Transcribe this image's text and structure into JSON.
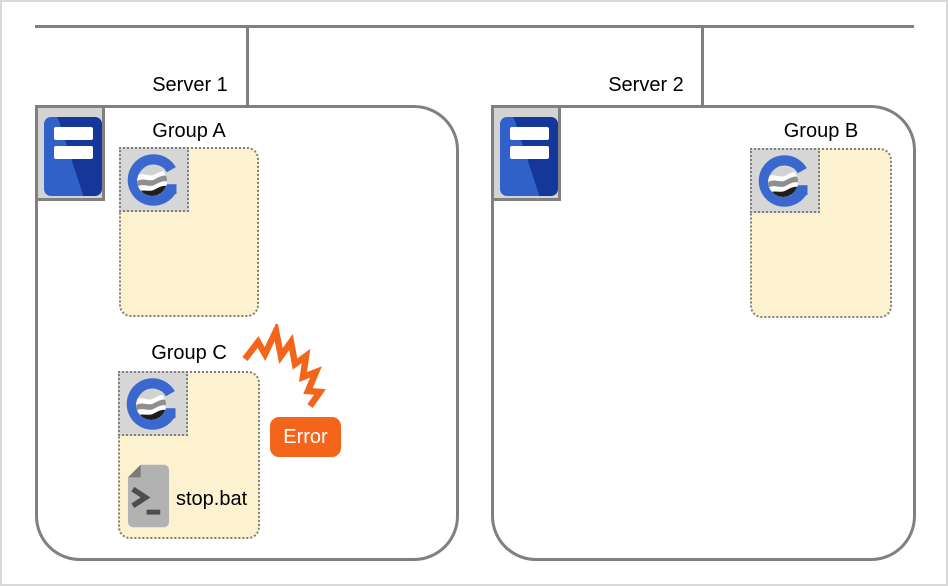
{
  "colors": {
    "connector_gray": "#808080",
    "group_fill_cream": "#FCF2D0",
    "dotted_border_gray": "#7F7F7F",
    "error_orange": "#F4651C",
    "server_blue_light": "#3061C8",
    "server_blue_dark": "#15379A",
    "logo_blue": "#3B68CE"
  },
  "server1": {
    "label": "Server 1",
    "icon": "server-tower-icon",
    "group_a": {
      "label": "Group A",
      "icon": "g-logo-icon"
    },
    "group_c": {
      "label": "Group C",
      "icon": "g-logo-icon",
      "file": {
        "label": "stop.bat",
        "icon": "batch-file-terminal-icon"
      }
    },
    "error": {
      "label": "Error",
      "icon": "spark-icon"
    }
  },
  "server2": {
    "label": "Server 2",
    "icon": "server-tower-icon",
    "group_b": {
      "label": "Group B",
      "icon": "g-logo-icon"
    }
  }
}
